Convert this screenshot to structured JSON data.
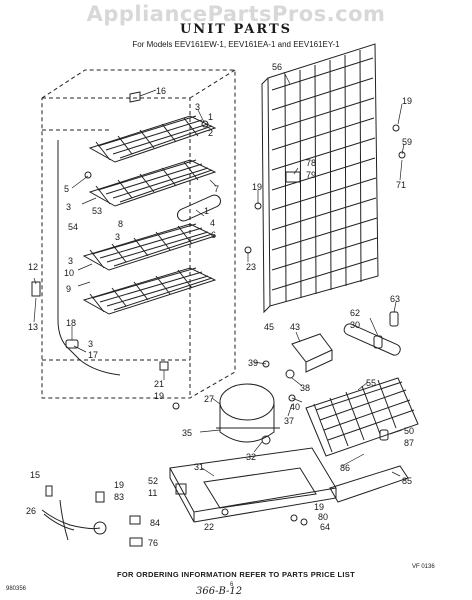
{
  "watermark": "AppliancePartsPros.com",
  "title": "UNIT PARTS",
  "models": "For Models EEV161EW-1, EEV161EA-1 and EEV161EY-1",
  "footer": "FOR ORDERING INFORMATION REFER TO PARTS PRICE LIST",
  "page_number": "6",
  "doc_code": "366-B-12",
  "ref_left": "980356",
  "ref_right": "VF 0136",
  "callouts": [
    {
      "id": "56",
      "label": "56"
    },
    {
      "id": "16",
      "label": "16"
    },
    {
      "id": "3a",
      "label": "3"
    },
    {
      "id": "1a",
      "label": "1"
    },
    {
      "id": "2",
      "label": "2"
    },
    {
      "id": "5",
      "label": "5"
    },
    {
      "id": "7",
      "label": "7"
    },
    {
      "id": "3b",
      "label": "3"
    },
    {
      "id": "53",
      "label": "53"
    },
    {
      "id": "54",
      "label": "54"
    },
    {
      "id": "8",
      "label": "8"
    },
    {
      "id": "3c",
      "label": "3"
    },
    {
      "id": "1b",
      "label": "1"
    },
    {
      "id": "4",
      "label": "4"
    },
    {
      "id": "6",
      "label": "6"
    },
    {
      "id": "3d",
      "label": "3"
    },
    {
      "id": "10",
      "label": "10"
    },
    {
      "id": "9",
      "label": "9"
    },
    {
      "id": "12",
      "label": "12"
    },
    {
      "id": "13",
      "label": "13"
    },
    {
      "id": "18",
      "label": "18"
    },
    {
      "id": "3e",
      "label": "3"
    },
    {
      "id": "17",
      "label": "17"
    },
    {
      "id": "19a",
      "label": "19"
    },
    {
      "id": "23",
      "label": "23"
    },
    {
      "id": "78",
      "label": "78"
    },
    {
      "id": "79",
      "label": "79"
    },
    {
      "id": "19b",
      "label": "19"
    },
    {
      "id": "59",
      "label": "59"
    },
    {
      "id": "71",
      "label": "71"
    },
    {
      "id": "63",
      "label": "63"
    },
    {
      "id": "62",
      "label": "62"
    },
    {
      "id": "30",
      "label": "30"
    },
    {
      "id": "45",
      "label": "45"
    },
    {
      "id": "43",
      "label": "43"
    },
    {
      "id": "39",
      "label": "39"
    },
    {
      "id": "21",
      "label": "21"
    },
    {
      "id": "19c",
      "label": "19"
    },
    {
      "id": "38",
      "label": "38"
    },
    {
      "id": "40",
      "label": "40"
    },
    {
      "id": "55",
      "label": "55"
    },
    {
      "id": "27",
      "label": "27"
    },
    {
      "id": "37",
      "label": "37"
    },
    {
      "id": "35",
      "label": "35"
    },
    {
      "id": "32",
      "label": "32"
    },
    {
      "id": "50",
      "label": "50"
    },
    {
      "id": "87",
      "label": "87"
    },
    {
      "id": "86",
      "label": "86"
    },
    {
      "id": "31",
      "label": "31"
    },
    {
      "id": "85",
      "label": "85"
    },
    {
      "id": "15",
      "label": "15"
    },
    {
      "id": "19d",
      "label": "19"
    },
    {
      "id": "83",
      "label": "83"
    },
    {
      "id": "52",
      "label": "52"
    },
    {
      "id": "11",
      "label": "11"
    },
    {
      "id": "19e",
      "label": "19"
    },
    {
      "id": "80",
      "label": "80"
    },
    {
      "id": "64",
      "label": "64"
    },
    {
      "id": "26",
      "label": "26"
    },
    {
      "id": "84",
      "label": "84"
    },
    {
      "id": "22",
      "label": "22"
    },
    {
      "id": "76",
      "label": "76"
    }
  ]
}
